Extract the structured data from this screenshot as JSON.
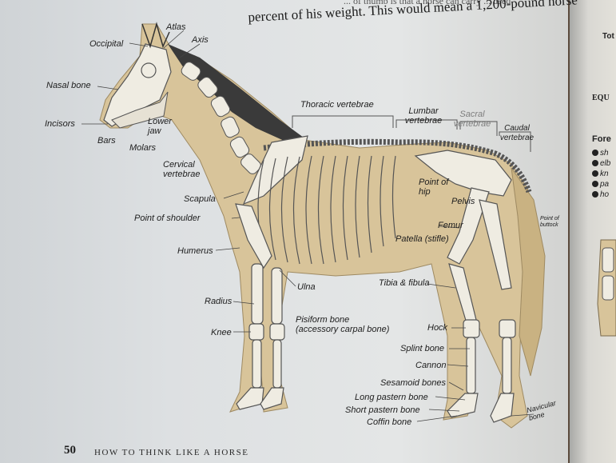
{
  "header": {
    "line1": "... of thumb is that a horse can carry ... used",
    "line2": "percent of his weight. This would mean a 1,200-pound horse"
  },
  "labels": {
    "atlas": "Atlas",
    "axis": "Axis",
    "occipital": "Occipital",
    "nasal_bone": "Nasal bone",
    "incisors": "Incisors",
    "bars": "Bars",
    "molars": "Molars",
    "lower_jaw": "Lower jaw",
    "cervical_vertebrae": "Cervical vertebrae",
    "scapula": "Scapula",
    "point_of_shoulder": "Point of shoulder",
    "humerus": "Humerus",
    "radius": "Radius",
    "knee": "Knee",
    "ulna": "Ulna",
    "pisiform_bone": "Pisiform bone",
    "accessory_carpal_bone": "(accessory carpal bone)",
    "thoracic_vertebrae": "Thoracic vertebrae",
    "lumbar_vertebrae": "Lumbar vertebrae",
    "sacral_vertebrae": "Sacral vertebrae",
    "caudal_vertebrae": "Caudal vertebrae",
    "point_of_hip": "Point of hip",
    "pelvis": "Pelvis",
    "femur": "Femur",
    "patella": "Patella (stifle)",
    "point_of_buttock": "Point of buttock",
    "tibia_fibula": "Tibia & fibula",
    "hock": "Hock",
    "splint_bone": "Splint bone",
    "cannon": "Cannon",
    "sesamoid_bones": "Sesamoid bones",
    "long_pastern_bone": "Long pastern bone",
    "short_pastern_bone": "Short pastern bone",
    "coffin_bone": "Coffin bone",
    "navicular_bone": "Navicular bone"
  },
  "footer": {
    "page_number": "50",
    "running_title": "HOW TO THINK LIKE A HORSE"
  },
  "right_page": {
    "tab": "Tot",
    "heading1": "EQU",
    "heading2": "Fore",
    "items": [
      "sh",
      "elb",
      "kn",
      "pa",
      "ho"
    ]
  },
  "colors": {
    "body_fill": "#d8c49a",
    "bone_fill": "#efece2",
    "mane": "#2b2b2b"
  }
}
